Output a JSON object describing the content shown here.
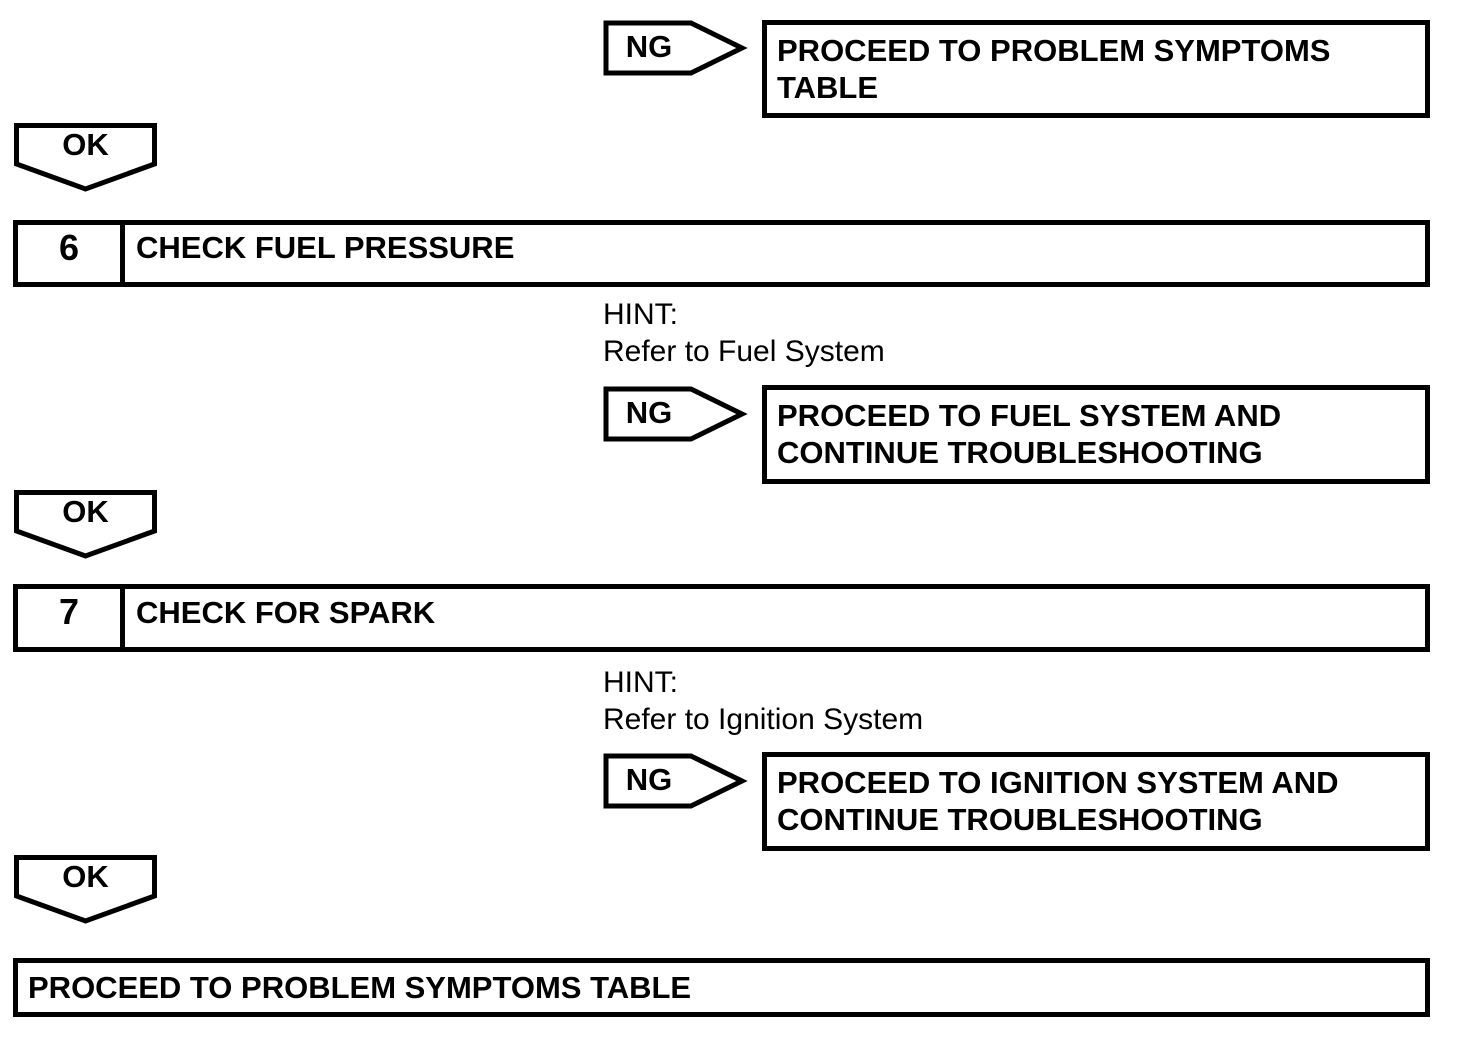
{
  "colors": {
    "ink": "#000000",
    "paper": "#ffffff"
  },
  "badges": {
    "ng": "NG",
    "ok": "OK"
  },
  "steps": {
    "fuel": {
      "number": "6",
      "title": "CHECK FUEL PRESSURE"
    },
    "spark": {
      "number": "7",
      "title": "CHECK FOR SPARK"
    }
  },
  "hints": {
    "fuel": {
      "label": "HINT:",
      "text": "Refer to Fuel System"
    },
    "ignition": {
      "label": "HINT:",
      "text": "Refer to Ignition System"
    }
  },
  "result_boxes": {
    "problem_symptoms": {
      "line1": "PROCEED TO PROBLEM SYMPTOMS",
      "line2": "TABLE"
    },
    "fuel_system": {
      "line1": "PROCEED TO FUEL SYSTEM AND",
      "line2": "CONTINUE TROUBLESHOOTING"
    },
    "ignition_system": {
      "line1": "PROCEED TO IGNITION SYSTEM AND",
      "line2": "CONTINUE TROUBLESHOOTING"
    }
  },
  "final_box": {
    "text": "PROCEED TO PROBLEM SYMPTOMS TABLE"
  }
}
